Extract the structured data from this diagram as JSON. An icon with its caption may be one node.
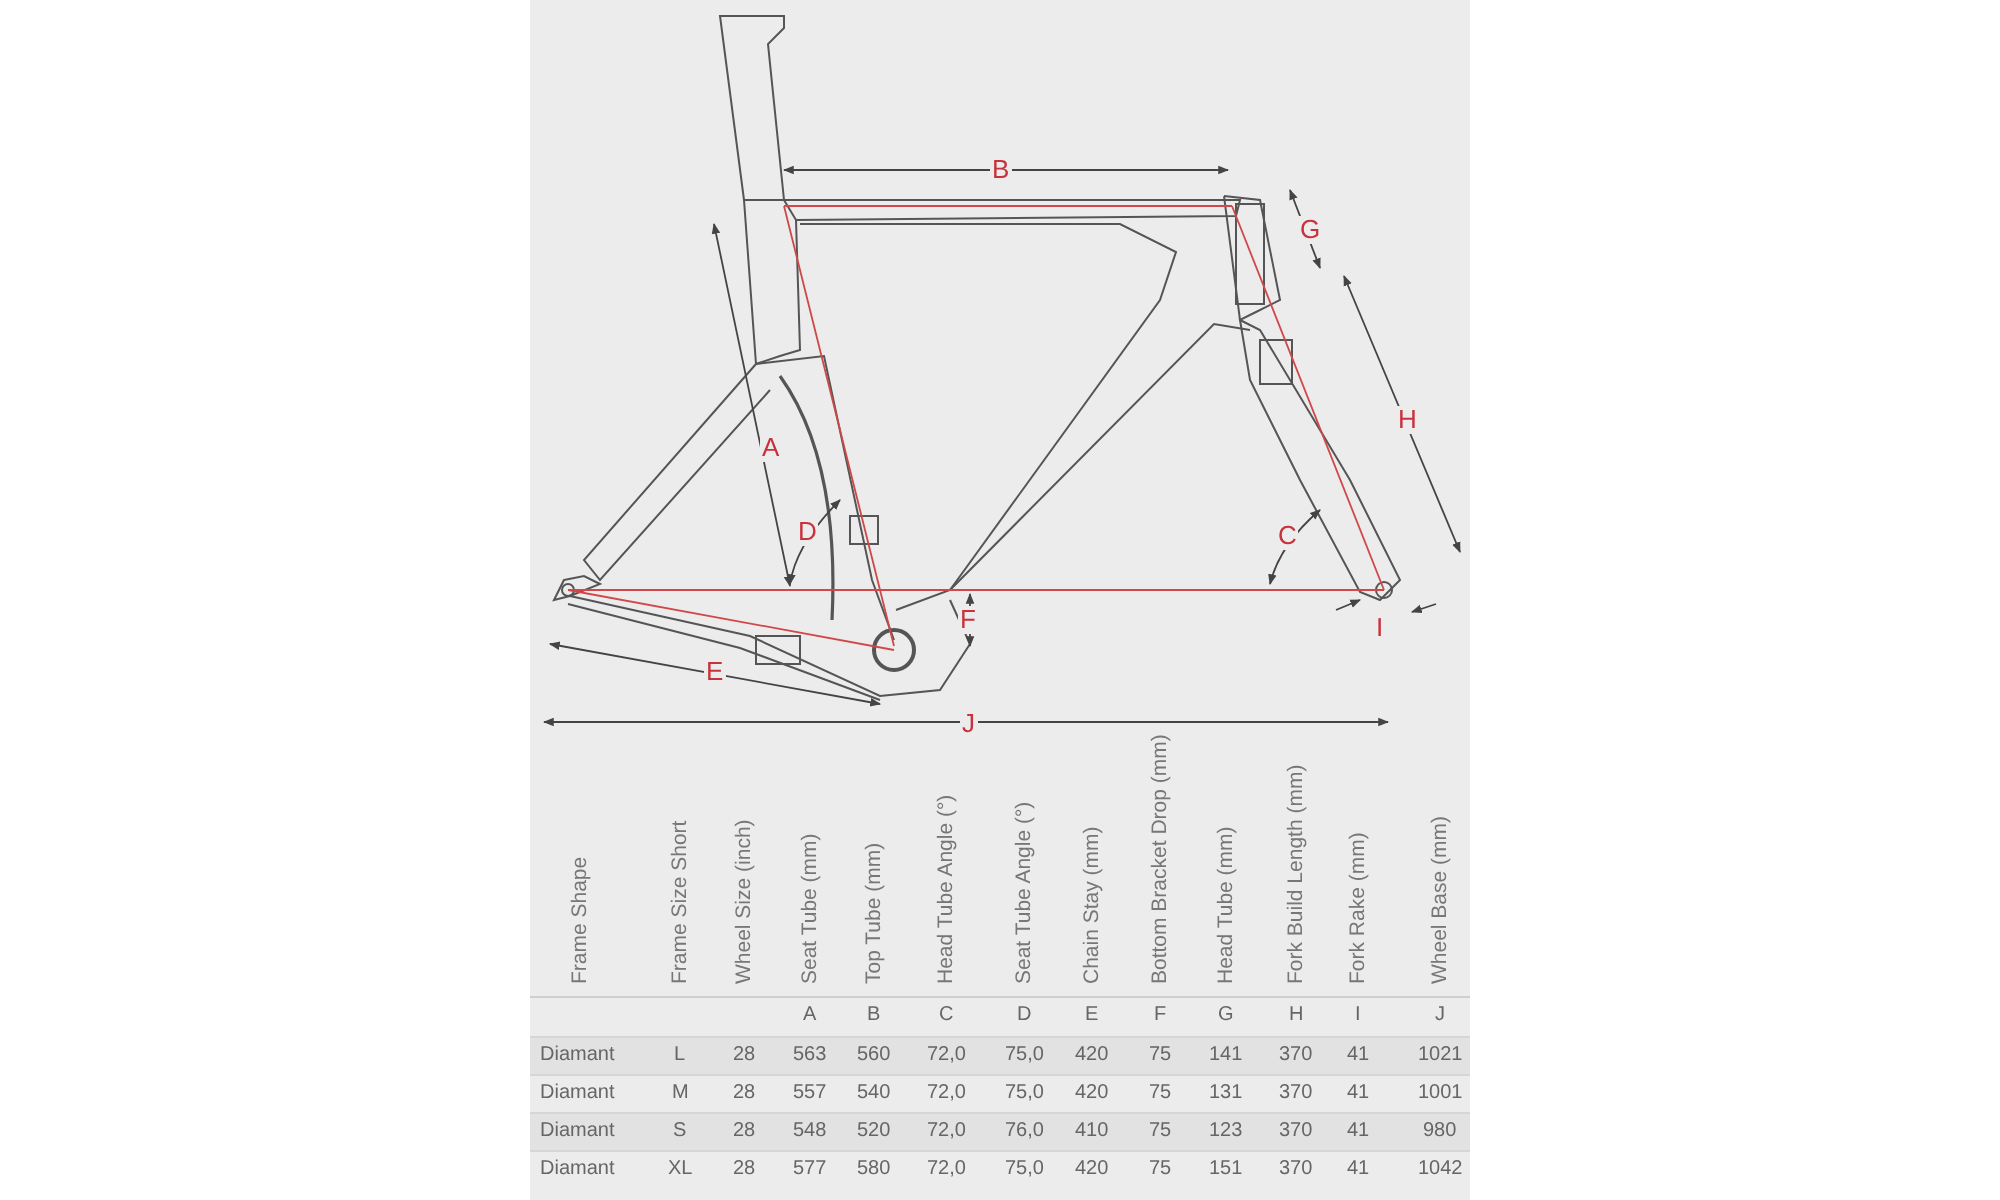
{
  "diagram": {
    "labels": [
      "B",
      "G",
      "A",
      "H",
      "D",
      "C",
      "F",
      "E",
      "I",
      "J",
      "Frame Shape",
      "Frame Size Short",
      "Wheel Size (inch)",
      "Seat Tube (mm)",
      "Top Tube (mm)",
      "Head Tube Angle (°)",
      "Seat Tube Angle (°)",
      "Chain Stay (mm)",
      "Bottom Bracket Drop (mm)",
      "Head Tube (mm)",
      "Fork Build Length (mm)",
      "Fork Rake (mm)",
      "Wheel Base (mm)",
      "A",
      "B",
      "C",
      "D",
      "E",
      "F",
      "G",
      "H",
      "I",
      "J",
      "Diamant",
      "L",
      "28",
      "563",
      "560",
      "72,0",
      "75,0",
      "420",
      "75",
      "141",
      "370",
      "41",
      "1021",
      "Diamant",
      "M",
      "28",
      "557",
      "540",
      "72,0",
      "75,0",
      "420",
      "75",
      "131",
      "370",
      "41",
      "1001",
      "Diamant",
      "S",
      "28",
      "548",
      "520",
      "72,0",
      "76,0",
      "410",
      "75",
      "123",
      "370",
      "41",
      "980",
      "Diamant",
      "XL",
      "28",
      "577",
      "580",
      "72,0",
      "75,0",
      "420",
      "75",
      "151",
      "370",
      "41",
      "1042"
    ]
  }
}
